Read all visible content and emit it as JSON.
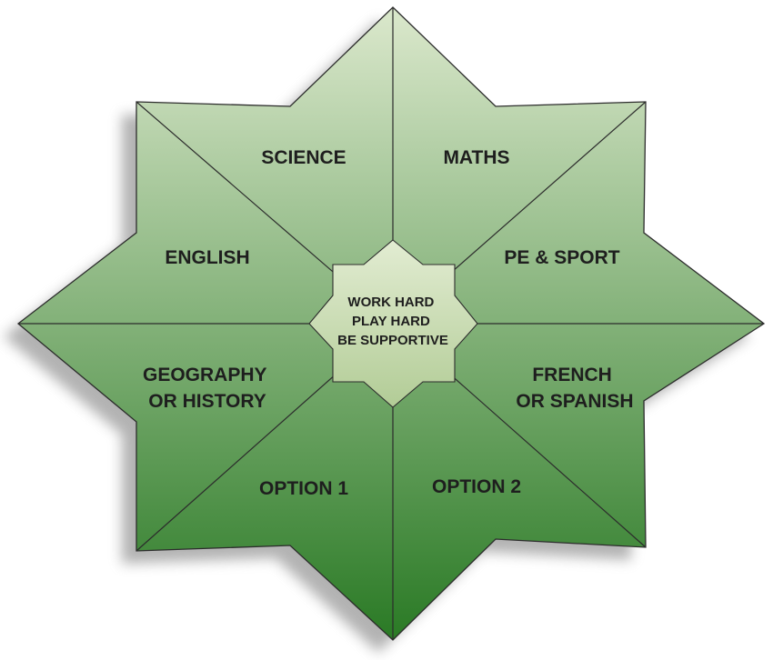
{
  "segments": [
    {
      "id": "science",
      "lines": [
        "SCIENCE"
      ]
    },
    {
      "id": "maths",
      "lines": [
        "MATHS"
      ]
    },
    {
      "id": "pe-sport",
      "lines": [
        "PE & SPORT"
      ]
    },
    {
      "id": "french-spanish",
      "lines": [
        "FRENCH",
        "OR SPANISH"
      ]
    },
    {
      "id": "option-2",
      "lines": [
        "OPTION 2"
      ]
    },
    {
      "id": "option-1",
      "lines": [
        "OPTION 1"
      ]
    },
    {
      "id": "geography-history",
      "lines": [
        "GEOGRAPHY",
        "OR HISTORY"
      ]
    },
    {
      "id": "english",
      "lines": [
        "ENGLISH"
      ]
    }
  ],
  "center": {
    "lines": [
      "WORK HARD",
      "PLAY HARD",
      "BE SUPPORTIVE"
    ]
  },
  "colors": {
    "top": "#dbe8cc",
    "bottom": "#2a7a25",
    "stroke": "#2c2c2c",
    "center_top": "#e2ecd2",
    "center_bottom": "#b2cc96",
    "shadow": "#8a8a8a"
  }
}
